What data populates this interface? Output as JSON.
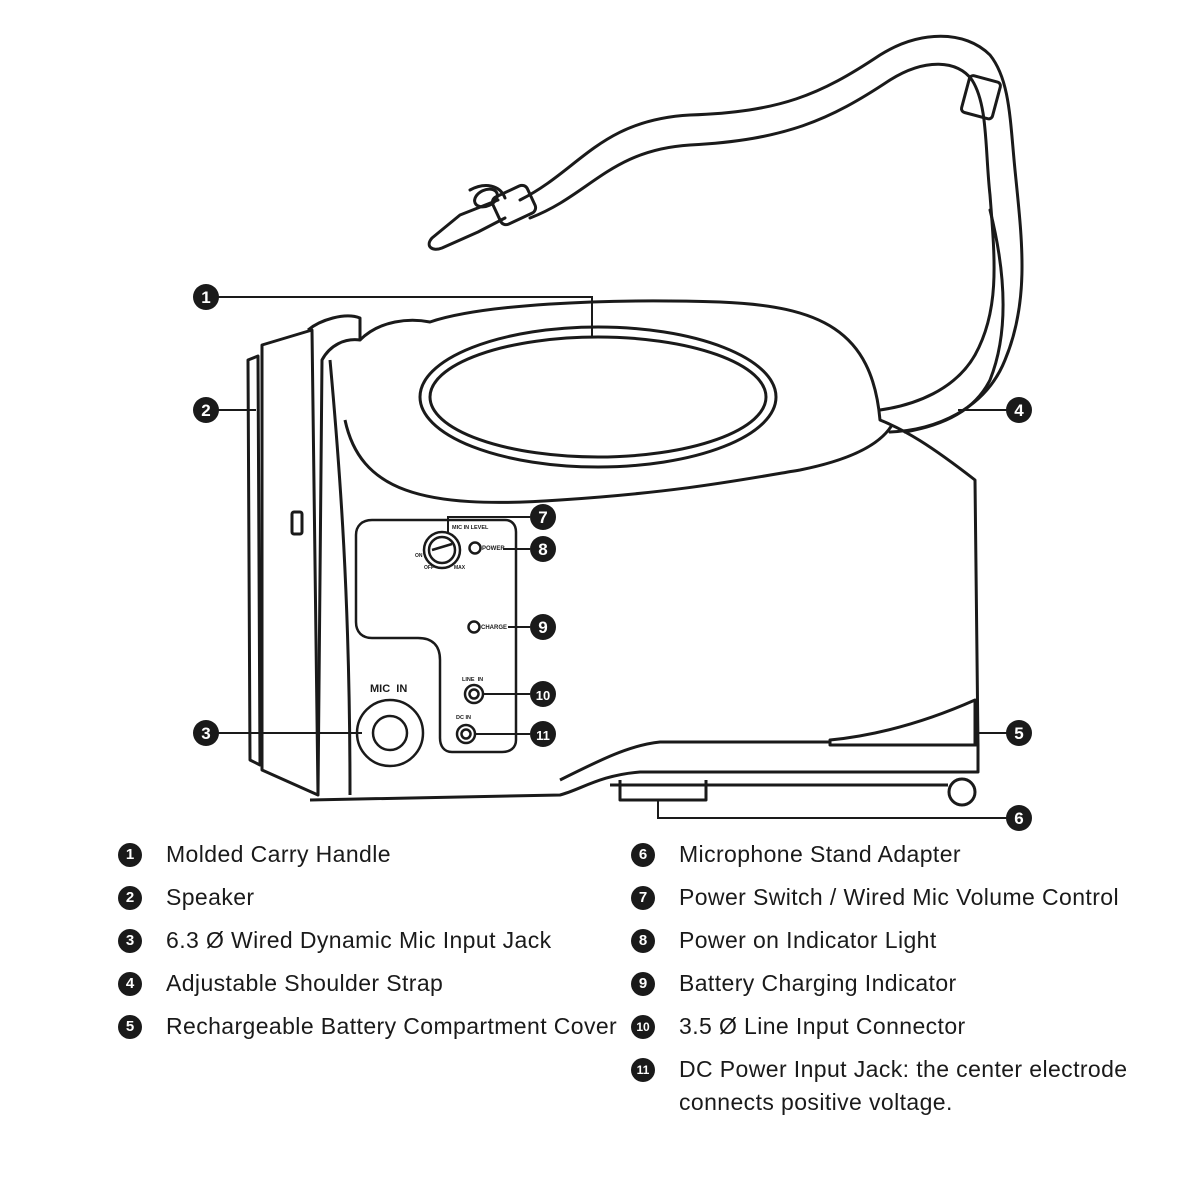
{
  "panel": {
    "mic_in_label": "MIC  IN",
    "mic_level_label": "MIC IN LEVEL",
    "on_label": "ON",
    "off_label": "OFF",
    "max_label": "MAX",
    "power_label": "POWER",
    "charge_label": "CHARGE",
    "line_in_label": "LINE  IN",
    "dc_in_label": "DC IN"
  },
  "callouts": [
    "1",
    "2",
    "3",
    "4",
    "5",
    "6",
    "7",
    "8",
    "9",
    "10",
    "11"
  ],
  "legend_left": [
    {
      "num": "1",
      "text": "Molded Carry Handle"
    },
    {
      "num": "2",
      "text": "Speaker"
    },
    {
      "num": "3",
      "text": "6.3 Ø Wired Dynamic Mic Input Jack"
    },
    {
      "num": "4",
      "text": "Adjustable Shoulder Strap"
    },
    {
      "num": "5",
      "text": "Rechargeable Battery Compartment Cover"
    }
  ],
  "legend_right": [
    {
      "num": "6",
      "text": "Microphone Stand Adapter"
    },
    {
      "num": "7",
      "text": "Power Switch / Wired Mic Volume Control"
    },
    {
      "num": "8",
      "text": "Power on Indicator Light"
    },
    {
      "num": "9",
      "text": "Battery Charging Indicator"
    },
    {
      "num": "10",
      "text": "3.5 Ø Line Input Connector"
    },
    {
      "num": "11",
      "text": "DC Power Input Jack: the center electrode connects positive voltage."
    }
  ]
}
